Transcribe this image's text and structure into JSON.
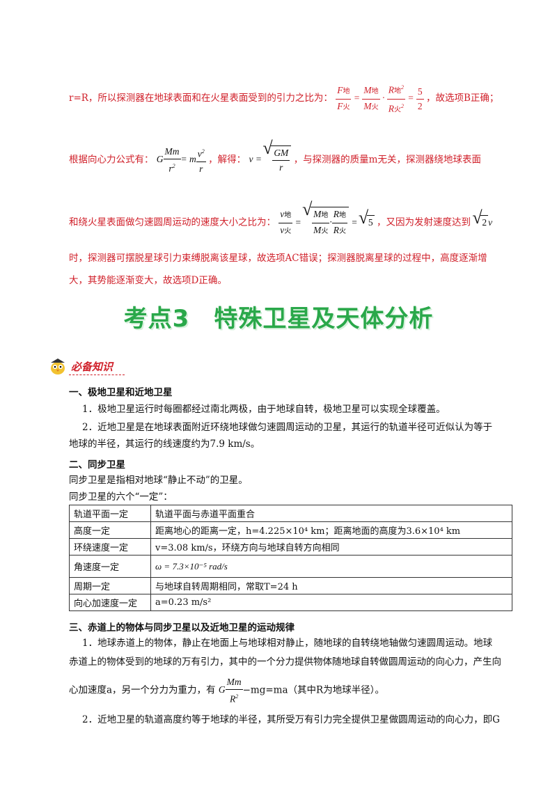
{
  "lines": {
    "l1_prefix": "r=R，所以探测器在地球表面和在火星表面受到的引力之比为：",
    "l1_suffix": "，故选项B正确；",
    "l2_prefix": "根据向心力公式有：",
    "l2_mid": "，解得：",
    "l2_suffix": "，与探测器的质量m无关，探测器绕地球表面",
    "l3_prefix": "和绕火星表面做匀速圆周运动的速度大小之比为：",
    "l3_suffix": "，又因为发射速度达到",
    "l4": "时，探测器可摆脱星球引力束缚脱离该星球，故选项AC错误；探测器脱离星球的过程中，高度逐渐增",
    "l5": "大，其势能逐渐变大，故选项D正确。"
  },
  "section_title": "考点3　特殊卫星及天体分析",
  "badge": "必备知识",
  "s1": {
    "heading": "一、极地卫星和近地卫星",
    "p1": "1．极地卫星运行时每圈都经过南北两极，由于地球自转，极地卫星可以实现全球覆盖。",
    "p2a": "2．近地卫星是在地球表面附近环绕地球做匀速圆周运动的卫星，其运行的轨道半径可近似认为等于",
    "p2b": "地球的半径，其运行的线速度约为7.9 km/s。"
  },
  "s2": {
    "heading": "二、同步卫星",
    "p1": "同步卫星是指相对地球“静止不动”的卫星。",
    "p2": "同步卫星的六个“一定”：",
    "table": [
      [
        "轨道平面一定",
        "轨道平面与赤道平面重合"
      ],
      [
        "高度一定",
        "距离地心的距离一定，h=4.225×10⁴ km；距离地面的高度为3.6×10⁴ km"
      ],
      [
        "环绕速度一定",
        "v=3.08 km/s，环绕方向与地球自转方向相同"
      ],
      [
        "角速度一定",
        "ω = 7.3×10⁻⁵ rad/s"
      ],
      [
        "周期一定",
        "与地球自转周期相同，常取T=24 h"
      ],
      [
        "向心加速度一定",
        "a=0.23 m/s²"
      ]
    ]
  },
  "s3": {
    "heading": "三、赤道上的物体与同步卫星以及近地卫星的运动规律",
    "p1a": "1．地球赤道上的物体，静止在地面上与地球相对静止，随地球的自转绕地轴做匀速圆周运动。地球",
    "p1b": "赤道上的物体受到的地球的万有引力，其中的一个分力提供物体随地球自转做圆周运动的向心力，产生向",
    "p1c_prefix": "心加速度a，另一个分力为重力，有",
    "p1c_suffix": "−mg=ma（其中R为地球半径）。",
    "p2": "2．近地卫星的轨道高度约等于地球的半径，其所受万有引力完全提供卫星做圆周运动的向心力，即G"
  },
  "colors": {
    "answer_red": "#d0202a",
    "title_green": "#2aa84a"
  }
}
